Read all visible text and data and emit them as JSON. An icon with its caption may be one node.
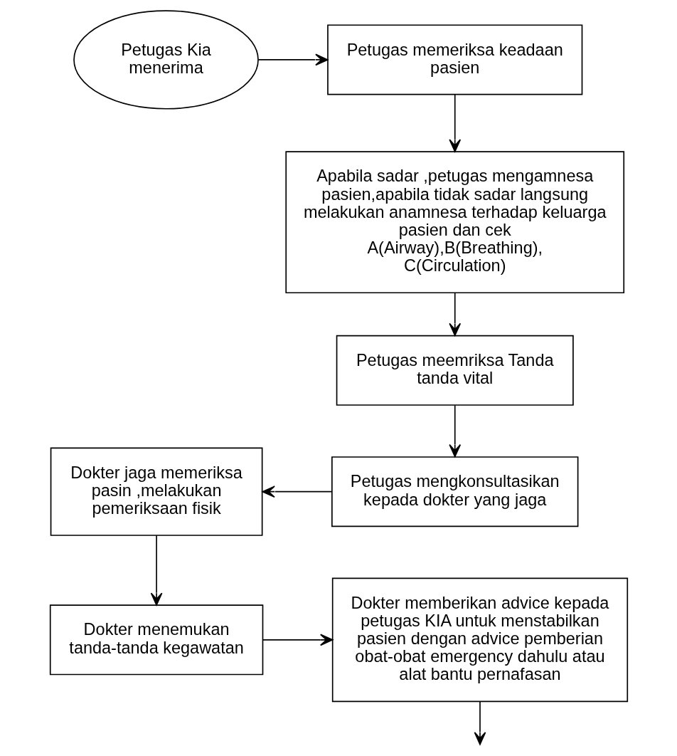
{
  "diagram": {
    "nodes": [
      {
        "text": [
          "Petugas Kia menerima"
        ]
      },
      {
        "text": [
          "Petugas memeriksa keadaan pasien"
        ]
      },
      {
        "text": [
          "Apabila sadar ,petugas mengamnesa pasien,apabila tidak sadar langsung melakukan anamnesa terhadap keluarga pasien dan cek A(Airway),B(Breathing), C(Circulation)"
        ]
      },
      {
        "text": [
          "Petugas meemriksa Tanda tanda vital"
        ]
      },
      {
        "text": [
          "Petugas mengkonsultasikan kepada dokter yang jaga"
        ]
      },
      {
        "text": [
          "Dokter jaga memeriksa pasin ,melakukan pemeriksaan fisik"
        ]
      },
      {
        "text": [
          "Dokter menemukan tanda-tanda kegawatan"
        ]
      },
      {
        "text": [
          "Dokter memberikan advice kepada petugas KIA untuk menstabilkan pasien dengan advice pemberian obat-obat emergency dahulu atau alat bantu pernafasan"
        ]
      }
    ],
    "edges": [
      {
        "from": 0,
        "to": 1,
        "arrow": "to"
      },
      {
        "from": 1,
        "to": 2,
        "arrow": "to"
      },
      {
        "from": 2,
        "to": 3,
        "arrow": "to"
      },
      {
        "from": 3,
        "to": 4,
        "arrow": "to"
      },
      {
        "from": 4,
        "to": 5,
        "arrow": "to"
      },
      {
        "from": 5,
        "to": 6,
        "arrow": "to"
      },
      {
        "from": 6,
        "to": 7,
        "arrow": "to"
      },
      {
        "from": 7,
        "to": null,
        "arrow": "to"
      }
    ]
  }
}
